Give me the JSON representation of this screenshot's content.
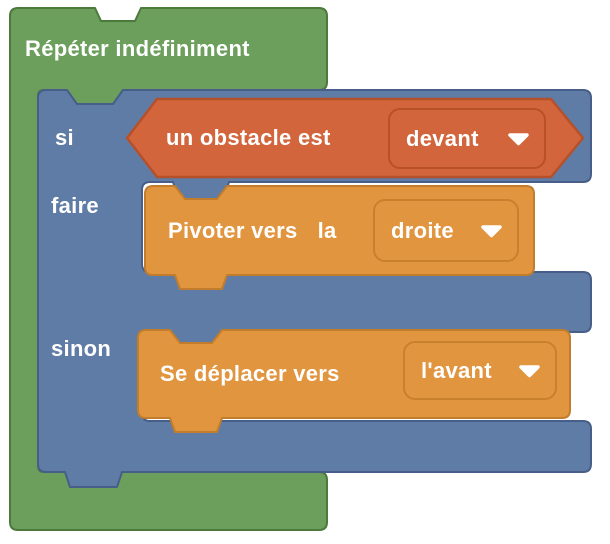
{
  "forever_block": {
    "label": "Répéter indéfiniment"
  },
  "if_block": {
    "if_label": "si",
    "do_label": "faire",
    "else_label": "sinon"
  },
  "condition_block": {
    "label": "un obstacle est",
    "dropdown_selected": "devant"
  },
  "pivot_block": {
    "label": "Pivoter vers",
    "label_suffix": "la",
    "dropdown_selected": "droite"
  },
  "move_block": {
    "label": "Se déplacer vers",
    "dropdown_selected": "l'avant"
  },
  "icons": {
    "dropdown_arrow": "dropdown-arrow-icon"
  },
  "colors": {
    "background": "#ffffff",
    "forever_fill": "#6C9E5C",
    "forever_border": "#4C7A3D",
    "if_fill": "#5F7CA6",
    "if_border": "#475F88",
    "condition_fill": "#D2653C",
    "condition_border": "#B5512A",
    "statement_fill": "#E2953F",
    "statement_border": "#C17C2C",
    "text": "#FFFFFF"
  }
}
